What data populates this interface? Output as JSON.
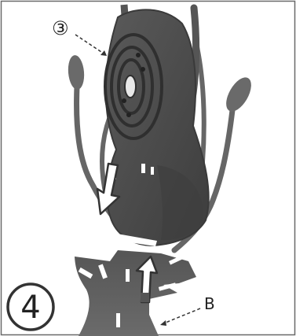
{
  "figure": {
    "step_number": "4",
    "callout_top": "③",
    "callout_bottom": "B"
  },
  "colors": {
    "tissue_dark": "#4a4a4a",
    "tissue_mid": "#5e5e5e",
    "tissue_light": "#7a7a7a",
    "arrow_fill": "#ffffff",
    "arrow_stroke": "#333333",
    "frame": "#6a6a6a"
  }
}
